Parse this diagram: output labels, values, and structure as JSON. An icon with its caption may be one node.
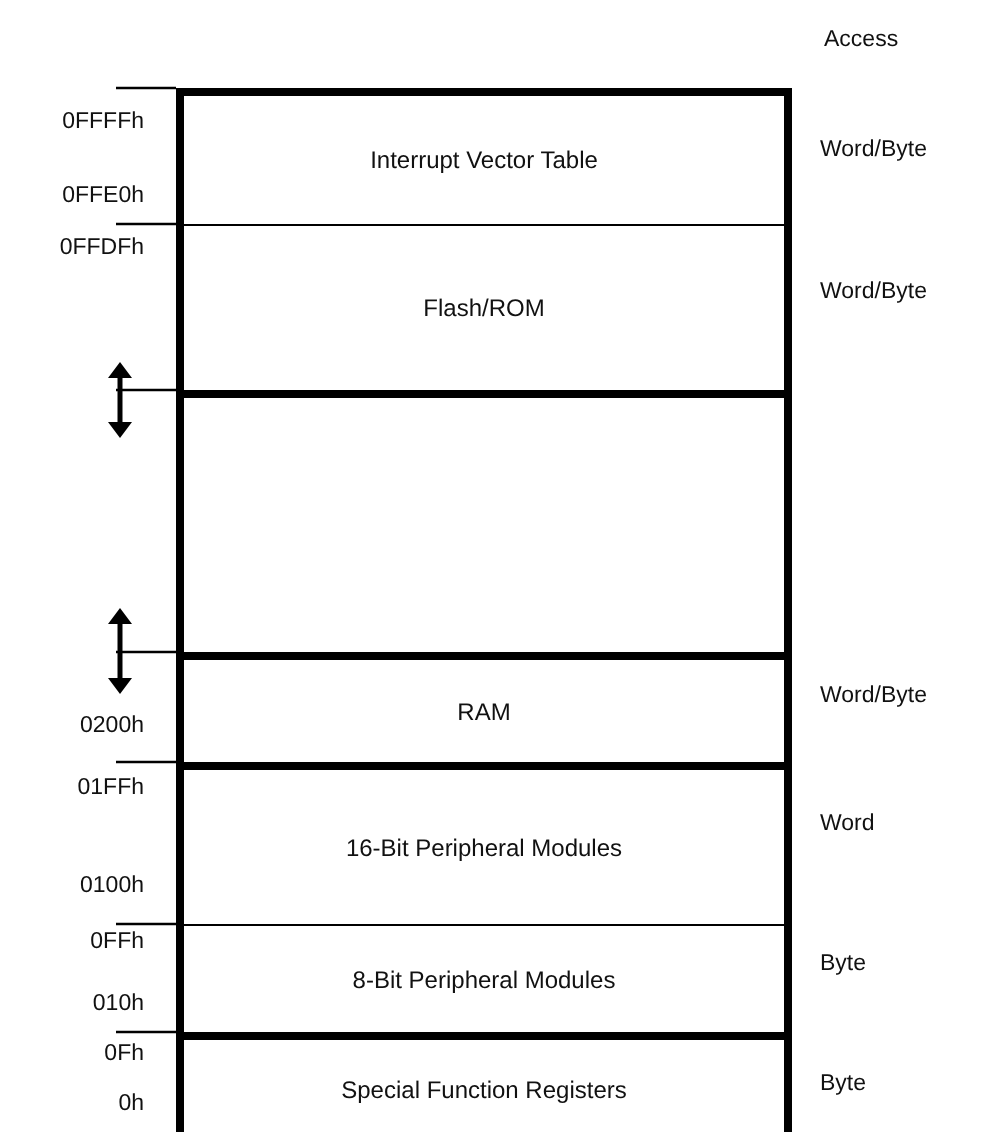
{
  "diagram": {
    "nodes": [
      {
        "text": [
          "Interrupt Vector Table"
        ],
        "beside": [
          "Word/Byte"
        ]
      },
      {
        "text": [
          "Flash/ROM"
        ],
        "beside": [
          "Word/Byte"
        ]
      },
      {
        "text": [],
        "shape": "box"
      },
      {
        "text": [
          "RAM"
        ],
        "beside": [
          "Word/Byte"
        ]
      },
      {
        "text": [
          "16-Bit Peripheral Modules"
        ],
        "beside": [
          "Word"
        ]
      },
      {
        "text": [
          "8-Bit Peripheral Modules"
        ],
        "beside": [
          "Byte"
        ]
      },
      {
        "text": [
          "Special Function Registers"
        ],
        "beside": [
          "Byte"
        ]
      }
    ],
    "labels": [
      "Access",
      "0FFFFh",
      "0FFE0h",
      "0FFDFh",
      "0200h",
      "01FFh",
      "0100h",
      "0FFh",
      "010h",
      "0Fh",
      "0h"
    ]
  }
}
